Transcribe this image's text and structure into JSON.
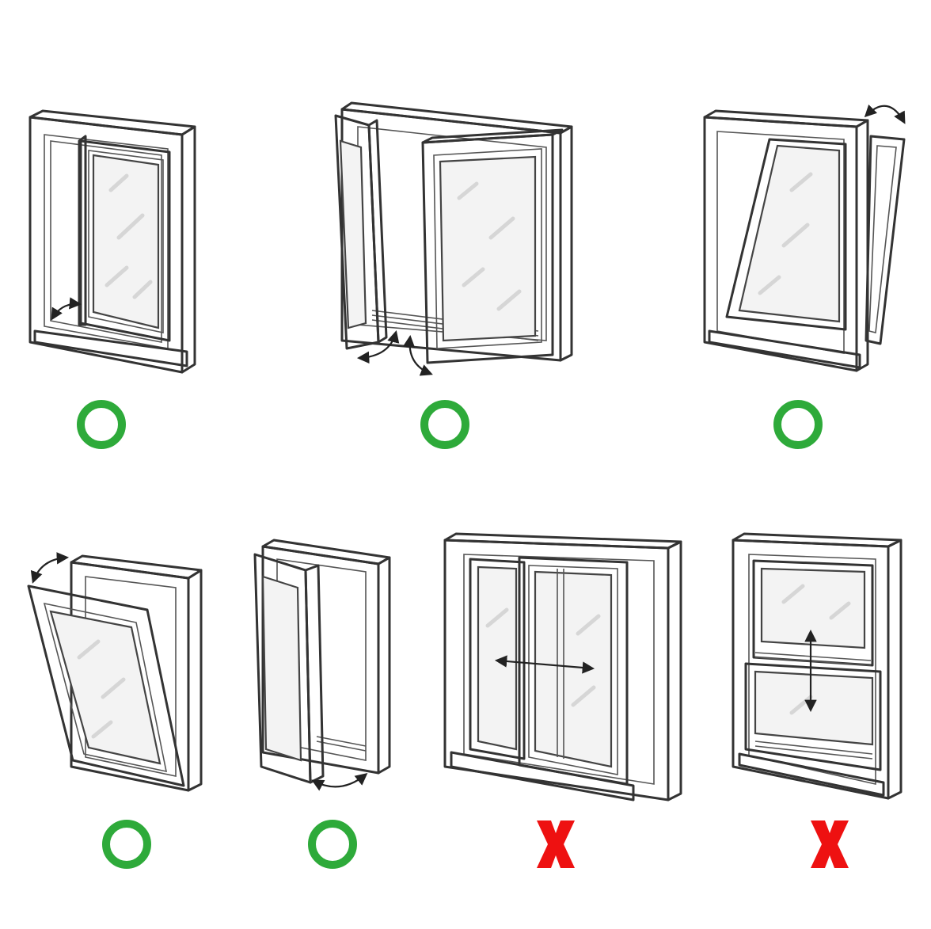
{
  "diagram": {
    "window_types": [
      {
        "id": "casement-inward",
        "name": "",
        "verdict": "supported",
        "mark": "circle"
      },
      {
        "id": "double-casement",
        "name": "",
        "verdict": "supported",
        "mark": "circle"
      },
      {
        "id": "tilt-top",
        "name": "",
        "verdict": "supported",
        "mark": "circle"
      },
      {
        "id": "tilt-out-bottom",
        "name": "",
        "verdict": "supported",
        "mark": "circle"
      },
      {
        "id": "side-hung-small",
        "name": "",
        "verdict": "supported",
        "mark": "circle"
      },
      {
        "id": "horizontal-sliding",
        "name": "",
        "verdict": "not-supported",
        "mark": "cross"
      },
      {
        "id": "vertical-sliding",
        "name": "",
        "verdict": "not-supported",
        "mark": "cross"
      }
    ],
    "colors": {
      "supported": "#2eaa3a",
      "not_supported": "#ee1111",
      "line": "#333333",
      "background": "#ffffff"
    }
  }
}
